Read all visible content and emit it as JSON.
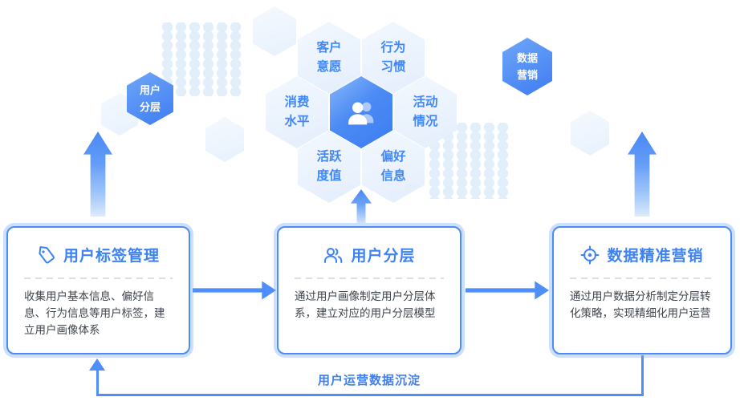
{
  "colors": {
    "accent": "#3c82f5",
    "arrow": "#4e8ef8",
    "card_border": "#4c8cf6",
    "hex_light_fill": "#e8f1fd",
    "hex_blue_fill": "#4a86f4",
    "dot": "#e3eefb",
    "body_text": "#3e444c"
  },
  "hex_cluster": {
    "center_icon": "users-icon",
    "items": [
      {
        "label": "客户意愿"
      },
      {
        "label": "行为习惯"
      },
      {
        "label": "消费水平"
      },
      {
        "label": "活动情况"
      },
      {
        "label": "活跃度值"
      },
      {
        "label": "偏好信息"
      }
    ]
  },
  "floating_hexes": [
    {
      "label": "用户分层"
    },
    {
      "label": "数据营销"
    }
  ],
  "cards": [
    {
      "icon": "tag-icon",
      "title": "用户标签管理",
      "body": "收集用户基本信息、偏好信息、行为信息等用户标签，建立用户画像体系"
    },
    {
      "icon": "users-icon",
      "title": "用户分层",
      "body": "通过用户画像制定用户分层体系，建立对应的用户分层模型"
    },
    {
      "icon": "target-icon",
      "title": "数据精准营销",
      "body": "通过用户数据分析制定分层转化策略，实现精细化用户运营"
    }
  ],
  "feedback": {
    "label": "用户运营数据沉淀"
  }
}
